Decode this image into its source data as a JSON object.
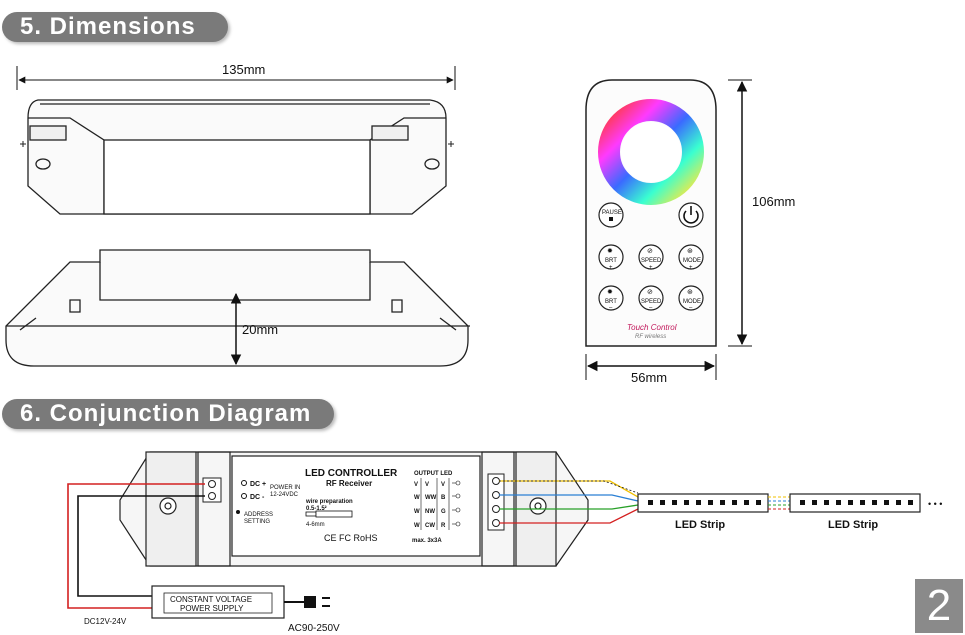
{
  "sections": {
    "dimensions_title": "5. Dimensions",
    "diagram_title": "6. Conjunction Diagram"
  },
  "dimensions": {
    "length": "135mm",
    "height": "20mm",
    "remote_height": "106mm",
    "remote_width": "56mm"
  },
  "remote": {
    "pause": "PAUSE",
    "brt": "BRT",
    "speed": "SPEED",
    "mode": "MODE",
    "brand_line1": "Touch Control",
    "brand_line2": "RF wireless"
  },
  "controller": {
    "title": "LED CONTROLLER",
    "subtitle": "RF Receiver",
    "dc_plus": "DC +",
    "dc_minus": "DC -",
    "power_in": "POWER IN",
    "power_range": "12-24VDC",
    "address": "ADDRESS",
    "setting": "SETTING",
    "wire_prep": "wire preparation",
    "wire_mm": "0.5-1.5²",
    "strip_len": "4-6mm",
    "cert": "CE FC RoHS",
    "output_led": "OUTPUT LED",
    "col1": [
      "V",
      "W",
      "W",
      "W"
    ],
    "col2": [
      "V",
      "WW",
      "NW",
      "CW"
    ],
    "col3": [
      "V",
      "B",
      "G",
      "R"
    ],
    "max": "max. 3x3A"
  },
  "power_supply": {
    "line1": "CONSTANT VOLTAGE",
    "line2": "POWER SUPPLY",
    "dc_label": "DC12V-24V",
    "ac_label": "AC90-250V"
  },
  "strips": {
    "label1": "LED Strip",
    "label2": "LED Strip",
    "ellipsis": "• • •"
  },
  "colors": {
    "wire_red": "#d42020",
    "wire_black": "#111111",
    "wire_yellow": "#f0c000",
    "wire_blue": "#2a7fd4",
    "wire_green": "#28a028"
  },
  "page_number": "2"
}
